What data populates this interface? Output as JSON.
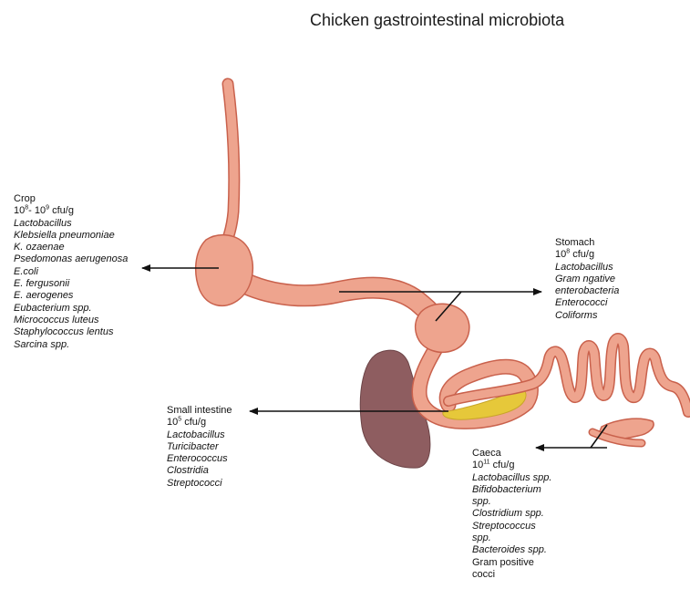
{
  "title": "Chicken gastrointestinal microbiota",
  "colors": {
    "gut_fill": "#eea48e",
    "gut_outline": "#c9614c",
    "liver": "#8e5d60",
    "yolk": "#e6c83a",
    "arrow": "#111111"
  },
  "crop": {
    "name": "Crop",
    "count_base1": "10",
    "count_exp1": "8",
    "count_sep": "- ",
    "count_base2": "10",
    "count_exp2": "9",
    "count_unit": " cfu/g",
    "species": [
      "Lactobacillus",
      "Klebsiella pneumoniae",
      "K. ozaenae",
      "Psedomonas aerugenosa",
      "E.coli",
      "E. fergusonii",
      "E. aerogenes",
      "Eubacterium spp.",
      "Micrococcus luteus",
      "Staphylococcus lentus",
      "Sarcina spp."
    ]
  },
  "stomach": {
    "name": "Stomach",
    "count_base": "10",
    "count_exp": "8",
    "count_unit": " cfu/g",
    "species": [
      "Lactobacillus",
      "Gram ngative",
      "enterobacteria",
      "Enterococci",
      "Coliforms"
    ]
  },
  "small_intestine": {
    "name": "Small intestine",
    "count_base": "10",
    "count_exp": "5",
    "count_unit": " cfu/g",
    "species": [
      "Lactobacillus",
      "Turicibacter",
      "Enterococcus",
      "Clostridia",
      "Streptococci"
    ]
  },
  "caeca": {
    "name": "Caeca",
    "count_base": "10",
    "count_exp": "11",
    "count_unit": " cfu/g",
    "species_italic": [
      "Lactobacillus spp.",
      "Bifidobacterium",
      "spp.",
      "Clostridium spp.",
      "Streptococcus",
      "spp.",
      "Bacteroides spp."
    ],
    "species_plain": [
      "Gram positive",
      "cocci"
    ]
  }
}
